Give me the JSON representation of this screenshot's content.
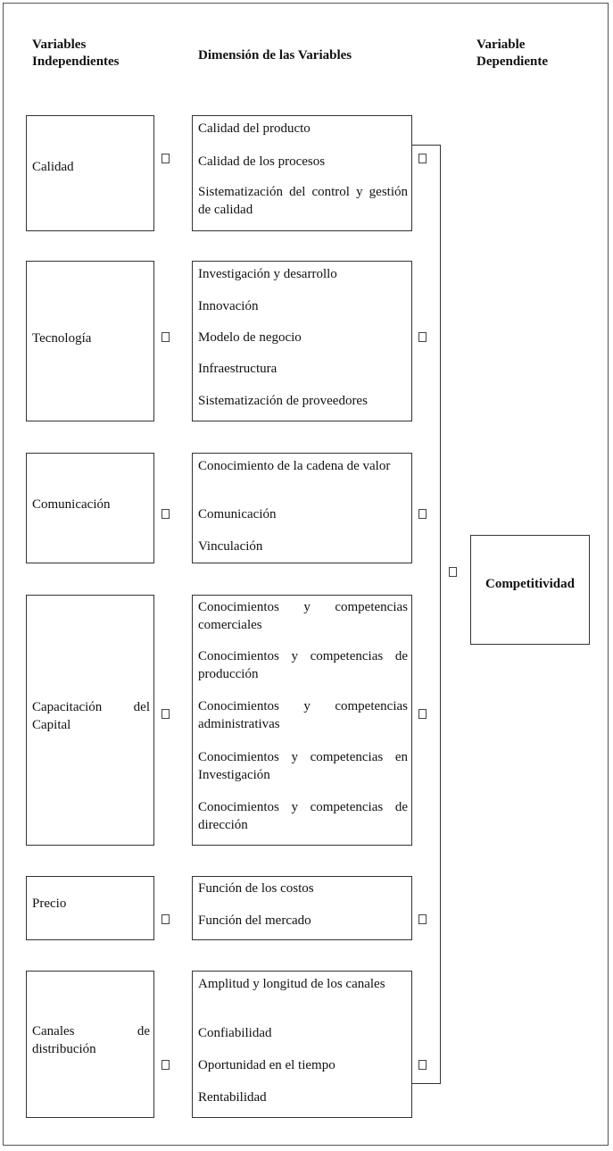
{
  "headers": {
    "independent": "Variables\nIndependientes",
    "dimensions": "Dimensión de las Variables",
    "dependent": "Variable\nDependiente"
  },
  "groups": [
    {
      "label": "Calidad",
      "items": [
        "Calidad del producto",
        "Calidad de los procesos",
        "Sistematización del control y gestión de calidad"
      ]
    },
    {
      "label": "Tecnología",
      "items": [
        "Investigación y desarrollo",
        "Innovación",
        "Modelo de negocio",
        "Infraestructura",
        "Sistematización de proveedores"
      ]
    },
    {
      "label": "Comunicación",
      "items": [
        "Conocimiento de la cadena de valor",
        "Comunicación",
        "Vinculación"
      ]
    },
    {
      "label": "Capacitación del Capital",
      "items": [
        "Conocimientos y competencias comerciales",
        "Conocimientos y competencias de producción",
        "Conocimientos y competencias administrativas",
        "Conocimientos y competencias en Investigación",
        "Conocimientos y competencias de dirección"
      ]
    },
    {
      "label": "Precio",
      "items": [
        "Función de los costos",
        "Función del mercado"
      ]
    },
    {
      "label": "Canales de distribución",
      "items": [
        "Amplitud y longitud de los canales",
        "Confiabilidad",
        "Oportunidad en el tiempo",
        "Rentabilidad"
      ]
    }
  ],
  "result": "Competitividad",
  "arrow_icon": "missing-glyph-icon"
}
